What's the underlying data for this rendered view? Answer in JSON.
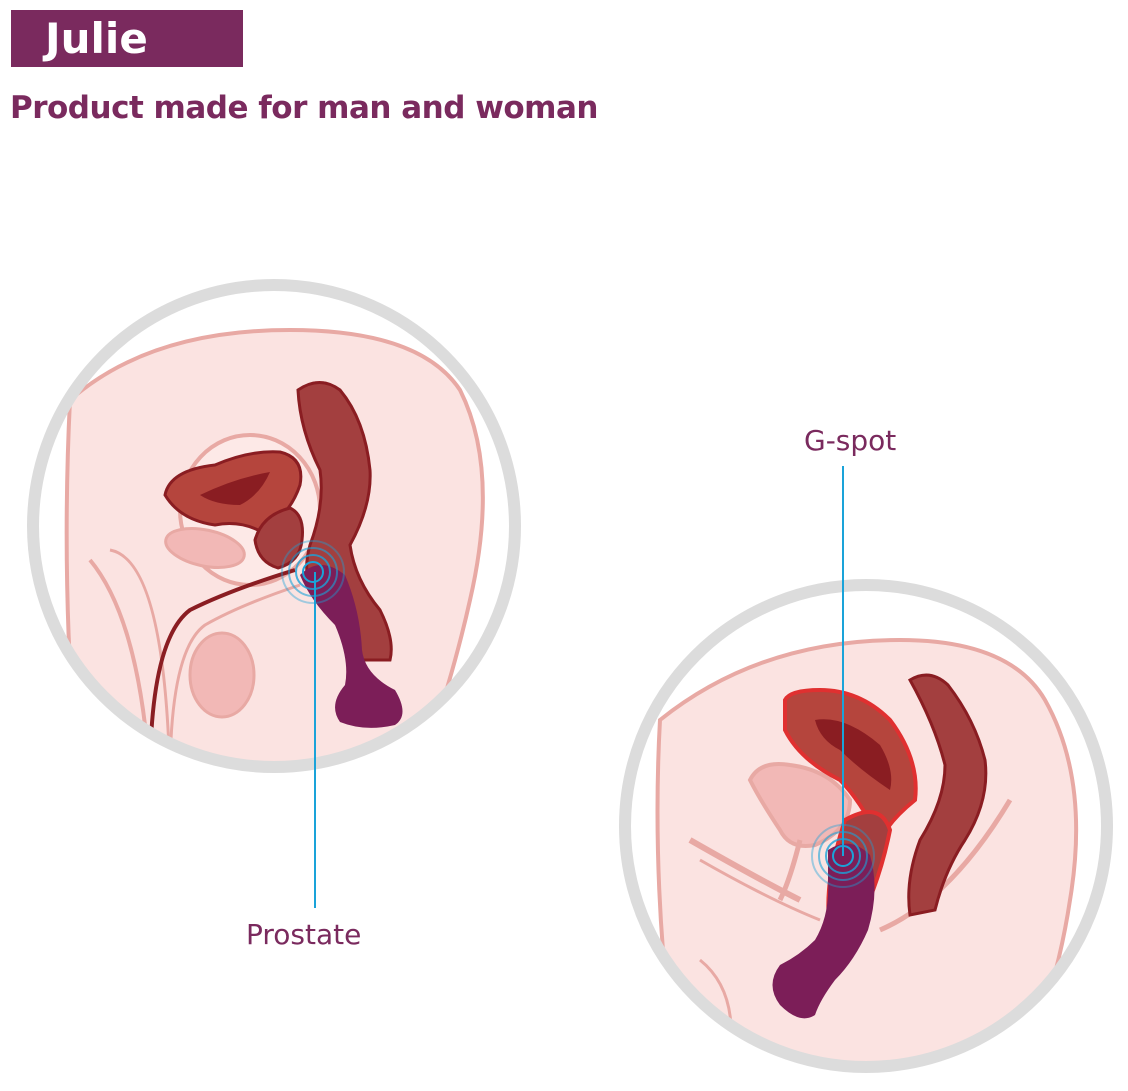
{
  "header": {
    "badge_label": "Julie",
    "subtitle": "Product made for man and woman"
  },
  "callouts": {
    "male": "Prostate",
    "female": "G-spot"
  },
  "colors": {
    "brand": "#7a2a5e",
    "pointer_line": "#1aa3d9",
    "skin": "#fbe3e1",
    "organ_dark": "#a33f3f",
    "organ_darker": "#8a1d22",
    "ring": "#dcdcdc",
    "product": "#7c1e58"
  }
}
